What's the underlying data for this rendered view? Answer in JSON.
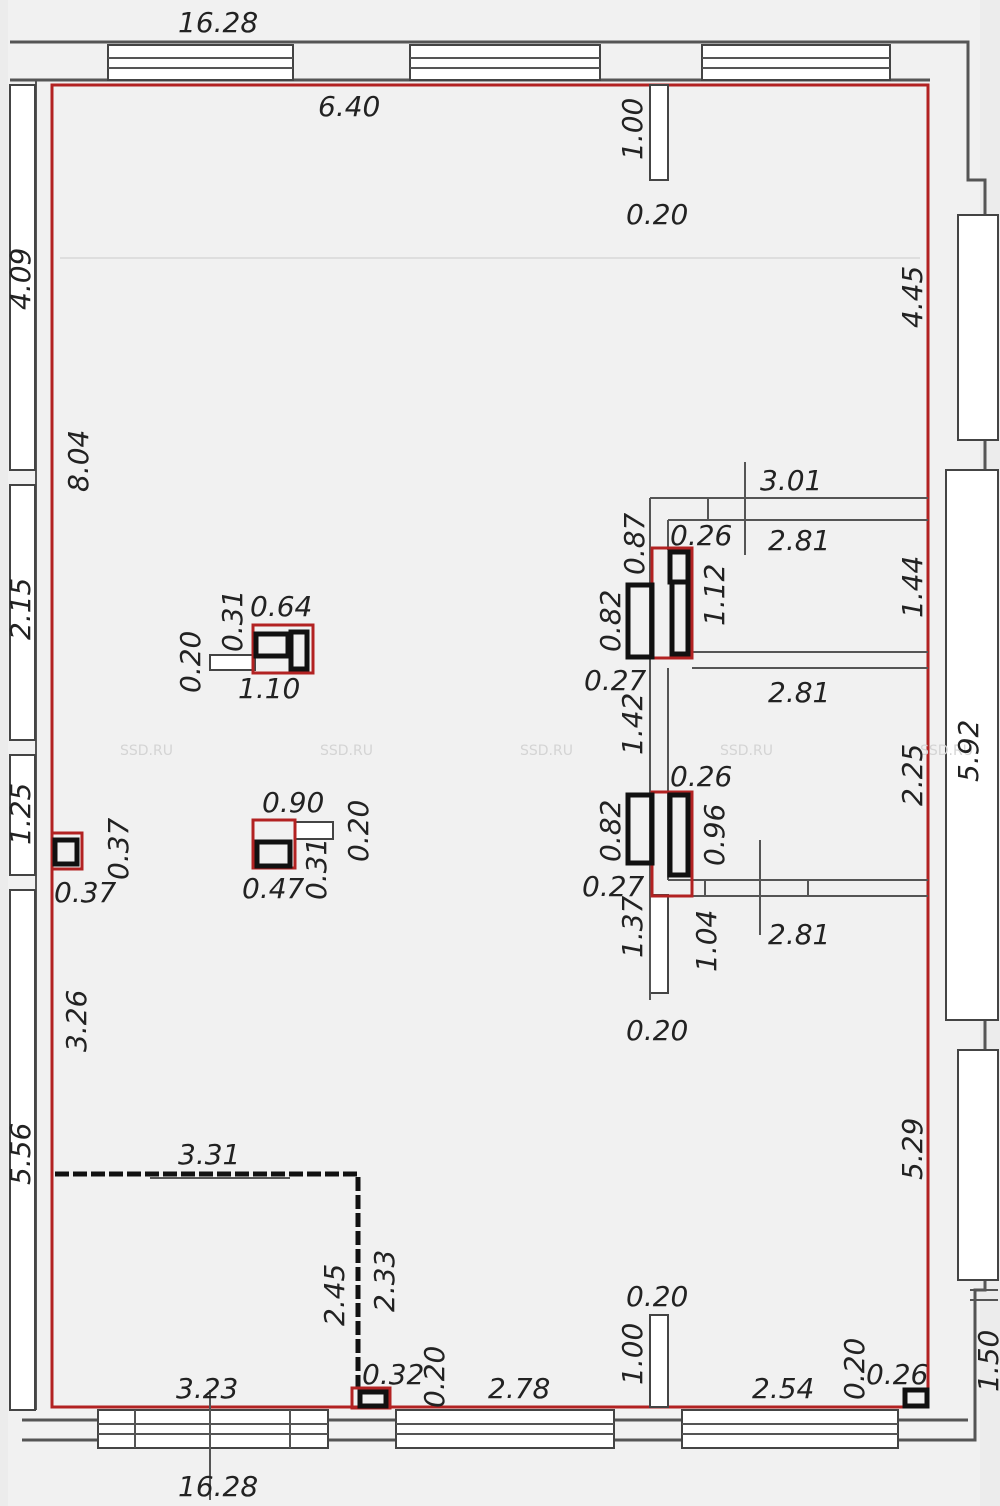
{
  "plan": {
    "dimensions": {
      "top_total": "16.28",
      "bottom_total": "16.28",
      "top_wall": "6.40",
      "top_partition_len": "1.00",
      "top_partition_w": "0.20",
      "right_upper": "4.45",
      "left_total": "8.04",
      "left_partial_1": "4.09",
      "left_partial_2": "2.15",
      "left_partial_3": "1.25",
      "left_partial_4": "5.56",
      "room_w_top": "3.01",
      "room_w_1": "2.81",
      "room_w_2": "2.81",
      "room_w_3": "2.81",
      "wall_026_a": "0.26",
      "wall_026_b": "0.26",
      "vent_087": "0.87",
      "vent_082_a": "0.82",
      "vent_082_b": "0.82",
      "vent_112": "1.12",
      "vent_096": "0.96",
      "gap_027_a": "0.27",
      "gap_027_b": "0.27",
      "len_142": "1.42",
      "len_137": "1.37",
      "len_104": "1.04",
      "room_h_1": "1.44",
      "room_h_2": "2.25",
      "right_mid": "5.92",
      "right_lower": "5.29",
      "mid_partition_w": "0.20",
      "col1_w": "0.64",
      "col1_h": "0.31",
      "col1_side": "0.20",
      "col1_len": "1.10",
      "col2_w": "0.90",
      "col2_side": "0.20",
      "col2_h": "0.31",
      "col2_len": "0.47",
      "pillar_a": "0.37",
      "pillar_b": "0.37",
      "left_lower": "3.26",
      "box_w": "3.31",
      "box_h_outer": "2.45",
      "box_h_inner": "2.33",
      "bottom_left": "3.23",
      "bottom_032": "0.32",
      "bottom_020_a": "0.20",
      "bottom_mid": "2.78",
      "bottom_partition_w": "0.20",
      "bottom_partition_len": "1.00",
      "bottom_right": "2.54",
      "bottom_020_b": "0.20",
      "bottom_026": "0.26",
      "right_edge": "1.50"
    },
    "watermark": "SSD.RU",
    "colors": {
      "background": "#f1f1f1",
      "outline": "#b22222",
      "wall": "#555555",
      "text": "#222222"
    }
  }
}
